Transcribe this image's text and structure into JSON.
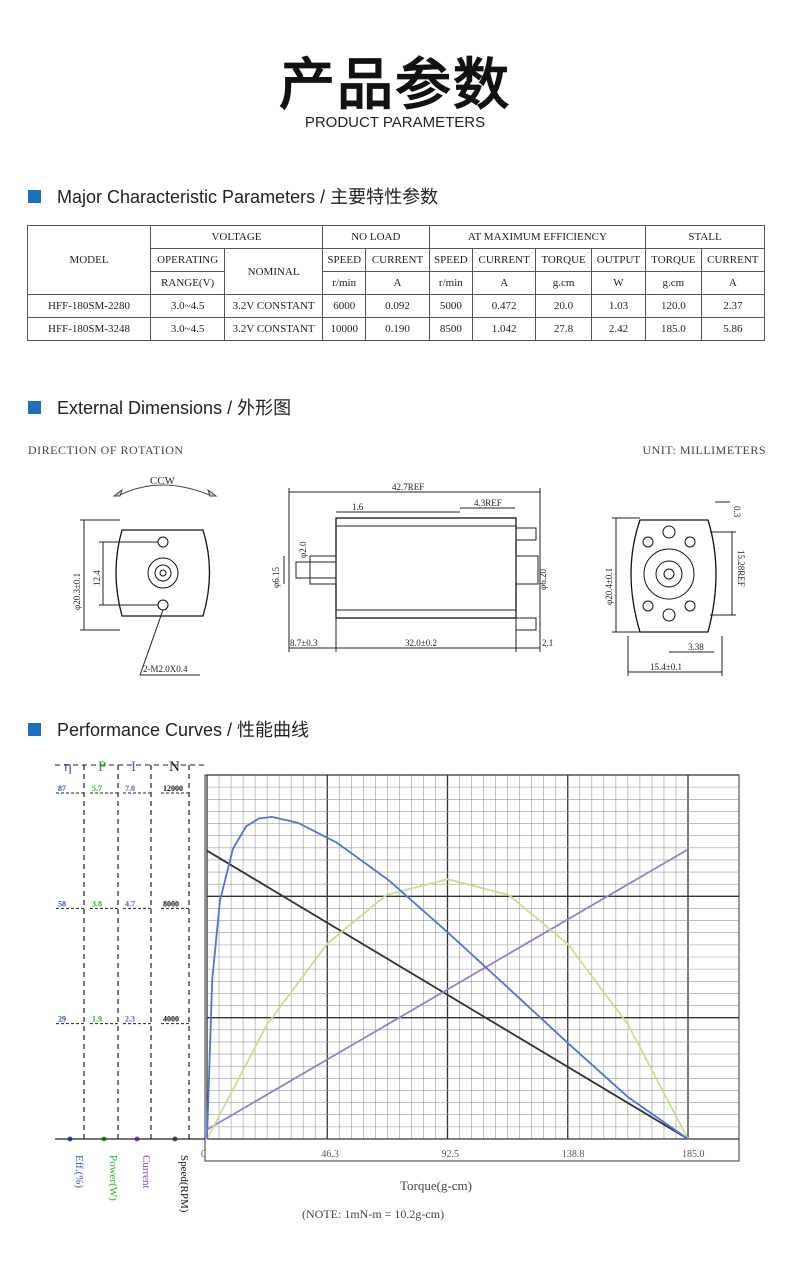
{
  "header": {
    "title_cn": "产品参数",
    "title_en": "PRODUCT PARAMETERS"
  },
  "sections": {
    "params": "Major Characteristic Parameters / 主要特性参数",
    "dims": "External Dimensions / 外形图",
    "curves": "Performance Curves / 性能曲线"
  },
  "table": {
    "model": "MODEL",
    "voltage": "VOLTAGE",
    "no_load": "NO LOAD",
    "max_eff": "AT MAXIMUM EFFICIENCY",
    "stall": "STALL",
    "operating": "OPERATING",
    "range": "RANGE(V)",
    "nominal": "NOMINAL",
    "speed": "SPEED",
    "current": "CURRENT",
    "torque": "TORQUE",
    "output": "OUTPUT",
    "u_rpm": "r/min",
    "u_a": "A",
    "u_gcm": "g.cm",
    "u_w": "W",
    "rows": [
      [
        "HFF-180SM-2280",
        "3.0~4.5",
        "3.2V CONSTANT",
        "6000",
        "0.092",
        "5000",
        "0.472",
        "20.0",
        "1.03",
        "120.0",
        "2.37"
      ],
      [
        "HFF-180SM-3248",
        "3.0~4.5",
        "3.2V CONSTANT",
        "10000",
        "0.190",
        "8500",
        "1.042",
        "27.8",
        "2.42",
        "185.0",
        "5.86"
      ]
    ]
  },
  "dimensions": {
    "direction": "DIRECTION OF ROTATION",
    "unit": "UNIT: MILLIMETERS",
    "ccw": "CCW",
    "d_total": "42.7REF",
    "d_16": "1.6",
    "d_43": "4.3REF",
    "d_shaft": "φ2.0",
    "d_615": "φ6.15",
    "d_62": "φ6.20",
    "d_87": "8.7±0.3",
    "d_32": "32.0±0.2",
    "d_21": "2.1",
    "d_203": "φ20.3±0.1",
    "d_124": "12.4",
    "d_m2": "2-M2.0X0.4",
    "d_204": "φ20.4±0.1",
    "d_03": "0.3",
    "d_1528": "15.28REF",
    "d_338": "3.38",
    "d_154": "15.4±0.1"
  },
  "chart_data": {
    "type": "line",
    "xlabel": "Torque(g-cm)",
    "note": "(NOTE: 1mN-m = 10.2g-cm)",
    "x_ticks": [
      "0",
      "46.3",
      "92.5",
      "138.8",
      "185.0"
    ],
    "xlim": [
      0,
      185.0
    ],
    "axes": [
      {
        "symbol": "η",
        "label": "Eff.(%)",
        "color": "#3355cc",
        "ticks": [
          "87",
          "58",
          "29"
        ],
        "zero_dot": "#3355cc"
      },
      {
        "symbol": "P",
        "label": "Power(W)",
        "color": "#33aa33",
        "ticks": [
          "5.7",
          "3.8",
          "1.9"
        ],
        "zero_dot": "#33aa33"
      },
      {
        "symbol": "I",
        "label": "Current",
        "color": "#8844cc",
        "ticks": [
          "7.0",
          "4.7",
          "2.3"
        ],
        "zero_dot": "#8844cc"
      },
      {
        "symbol": "N",
        "label": "Speed(RPM)",
        "color": "#111111",
        "ticks": [
          "12000",
          "8000",
          "4000"
        ],
        "zero_dot": "#555555"
      }
    ],
    "series": [
      {
        "name": "Speed",
        "color": "#333333",
        "points": [
          [
            0,
            10000
          ],
          [
            185.0,
            0
          ]
        ]
      },
      {
        "name": "Current",
        "color": "#9a7bd0",
        "points": [
          [
            0,
            0.19
          ],
          [
            185.0,
            5.86
          ]
        ]
      },
      {
        "name": "Power",
        "color": "#c8e08a",
        "points": [
          [
            0,
            0
          ],
          [
            23,
            1.88
          ],
          [
            46.3,
            3.22
          ],
          [
            69,
            4.02
          ],
          [
            92.5,
            4.28
          ],
          [
            116,
            4.02
          ],
          [
            138.8,
            3.21
          ],
          [
            162,
            1.88
          ],
          [
            185.0,
            0
          ]
        ]
      },
      {
        "name": "Efficiency",
        "color": "#4f73d8",
        "points": [
          [
            0,
            0
          ],
          [
            2,
            40
          ],
          [
            5,
            60
          ],
          [
            10,
            73
          ],
          [
            15,
            78.6
          ],
          [
            20,
            80.6
          ],
          [
            25,
            81
          ],
          [
            35,
            79.5
          ],
          [
            50,
            74.5
          ],
          [
            70,
            65
          ],
          [
            92.5,
            52
          ],
          [
            115,
            38.5
          ],
          [
            139,
            24
          ],
          [
            162,
            10.5
          ],
          [
            185.0,
            0
          ]
        ]
      }
    ]
  }
}
